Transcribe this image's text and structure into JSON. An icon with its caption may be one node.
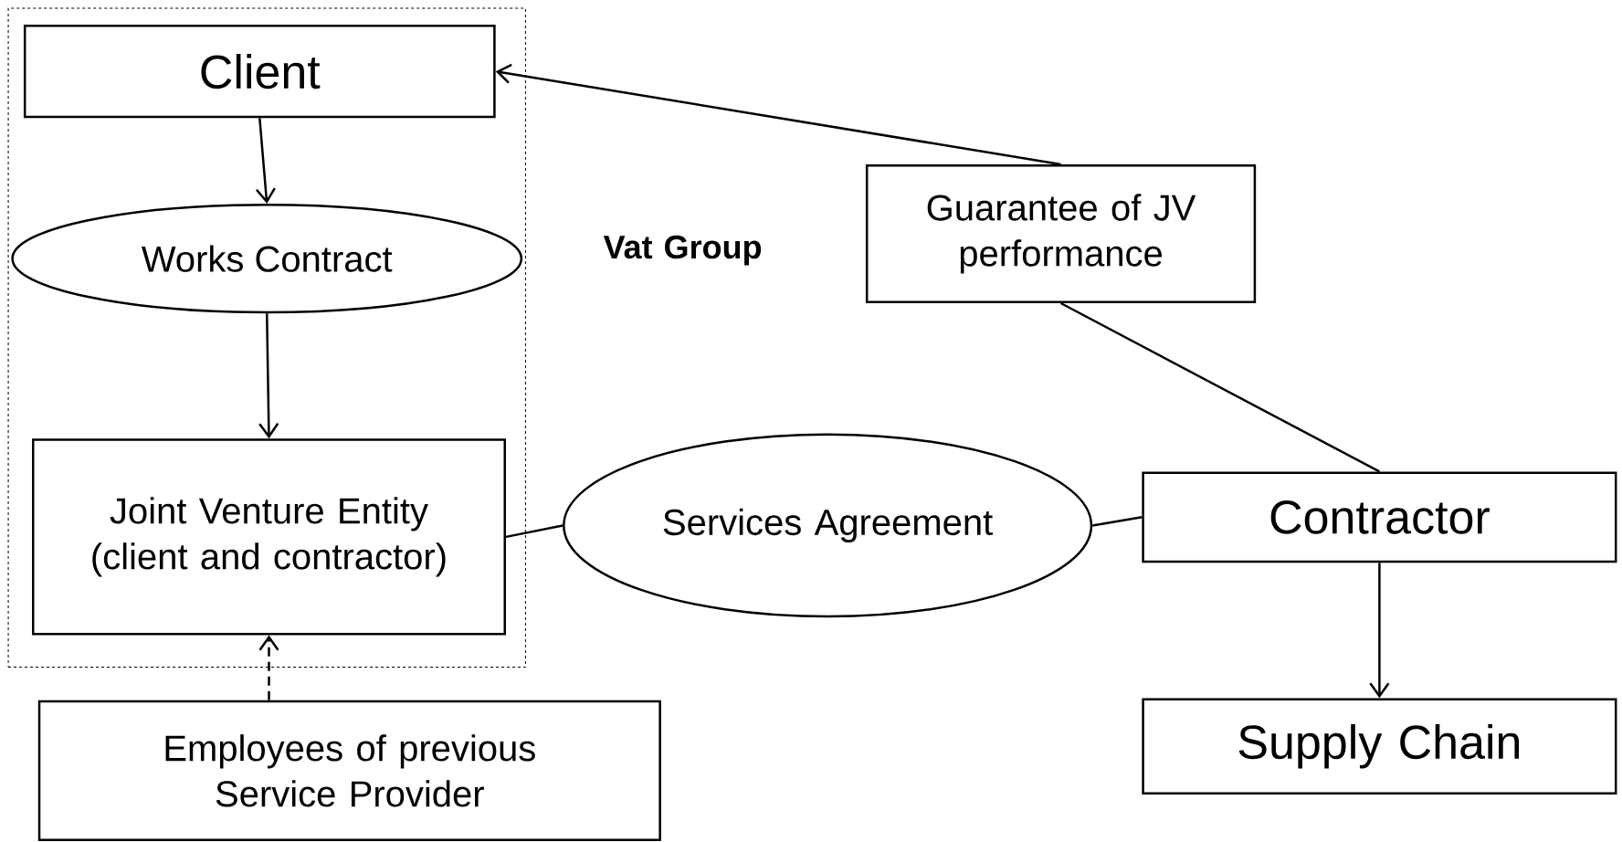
{
  "diagram": {
    "nodes": [
      {
        "text": [
          "Vat Group"
        ]
      },
      {
        "text": [
          "Client"
        ],
        "in": 0
      },
      {
        "text": [
          "Works Contract"
        ],
        "in": 0
      },
      {
        "text": [
          "Joint Venture Entity (client and contractor)"
        ],
        "in": 0
      },
      {
        "text": [
          "Employees of previous Service Provider"
        ]
      },
      {
        "text": [
          "Services Agreement"
        ]
      },
      {
        "text": [
          "Guarantee of JV performance"
        ]
      },
      {
        "text": [
          "Contractor"
        ]
      },
      {
        "text": [
          "Supply Chain"
        ]
      }
    ],
    "edges": [
      {
        "from": 1,
        "to": 2,
        "arrow": "to"
      },
      {
        "from": 2,
        "to": 3,
        "arrow": "to"
      },
      {
        "from": 4,
        "to": 3,
        "arrow": "to",
        "style": "dashed"
      },
      {
        "from": 3,
        "to": 5,
        "arrow": "none"
      },
      {
        "from": 5,
        "to": 7,
        "arrow": "none"
      },
      {
        "from": 7,
        "to": 8,
        "arrow": "to"
      },
      {
        "from": 7,
        "to": 6,
        "arrow": "none"
      },
      {
        "from": 6,
        "to": 1,
        "arrow": "to"
      }
    ]
  }
}
